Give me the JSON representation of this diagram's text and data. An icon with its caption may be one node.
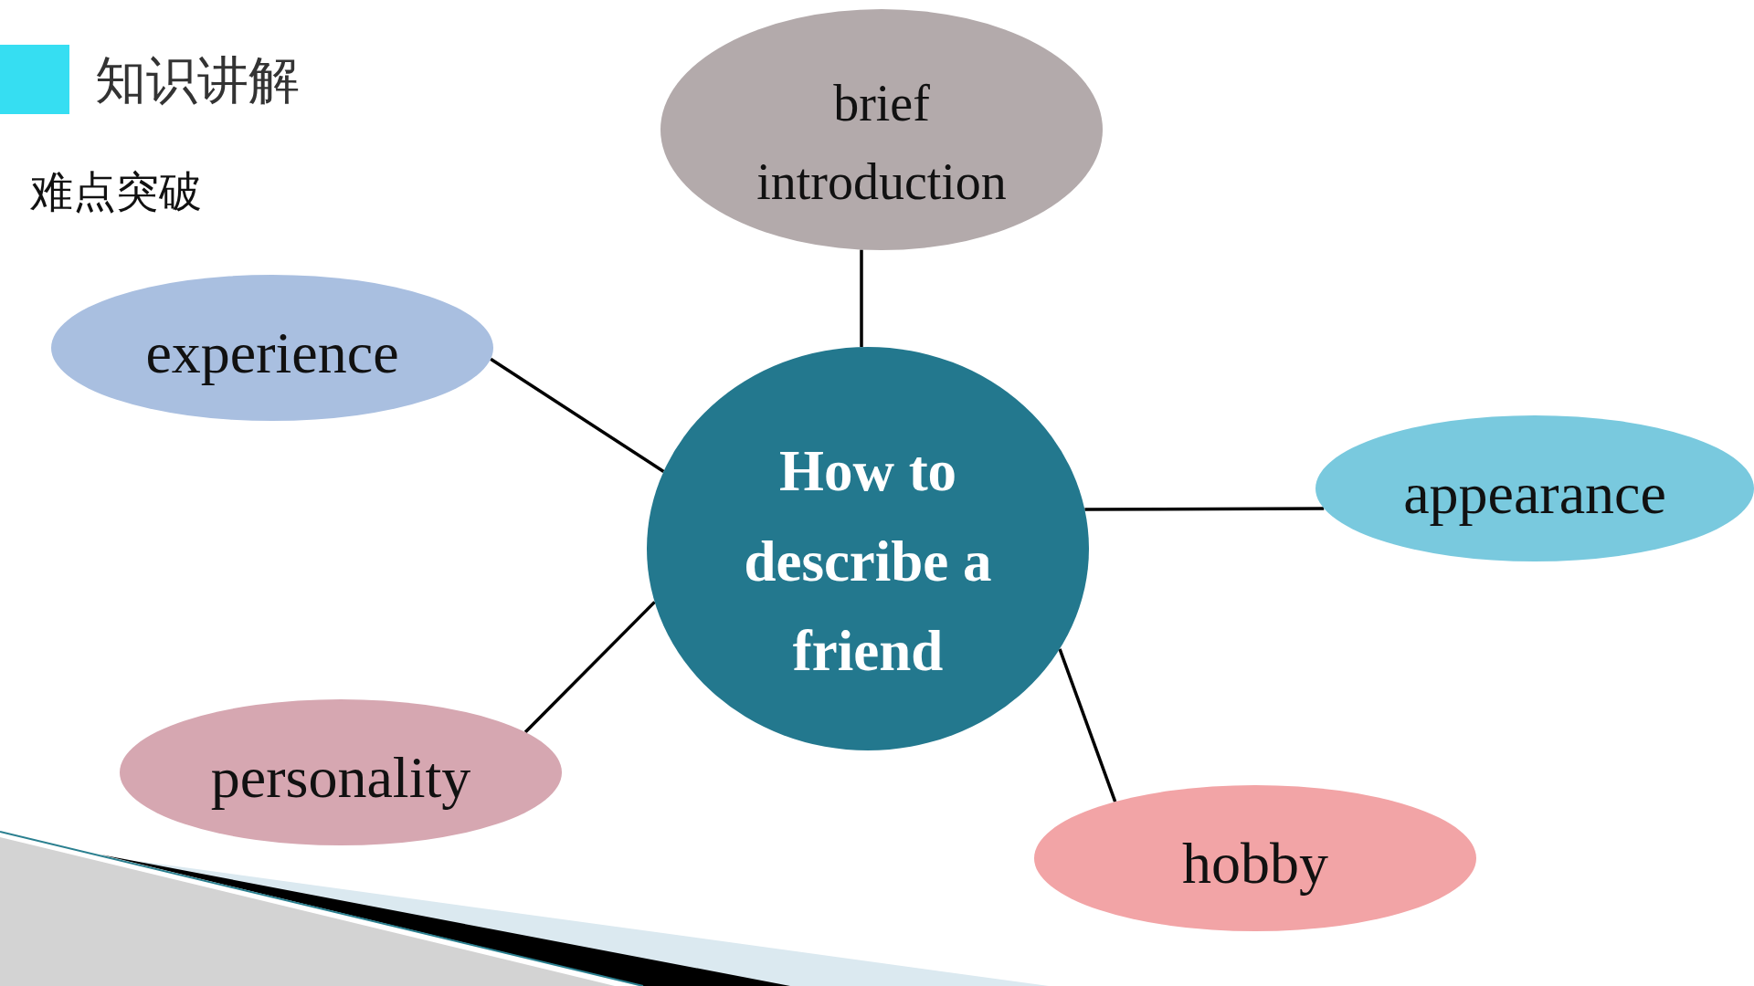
{
  "diagram": {
    "title": "知识讲解",
    "nodes": [
      {
        "text": [
          "brief introduction"
        ]
      },
      {
        "text": [
          "experience"
        ]
      },
      {
        "text": [
          "How to describe a friend"
        ]
      },
      {
        "text": [
          "appearance"
        ]
      },
      {
        "text": [
          "personality"
        ]
      },
      {
        "text": [
          "hobby"
        ]
      }
    ],
    "edges": [
      {
        "from": 2,
        "to": 0,
        "arrow": "none"
      },
      {
        "from": 2,
        "to": 1,
        "arrow": "none"
      },
      {
        "from": 2,
        "to": 3,
        "arrow": "none"
      },
      {
        "from": 2,
        "to": 4,
        "arrow": "none"
      },
      {
        "from": 2,
        "to": 5,
        "arrow": "none"
      }
    ],
    "labels": [
      "难点突破"
    ]
  }
}
